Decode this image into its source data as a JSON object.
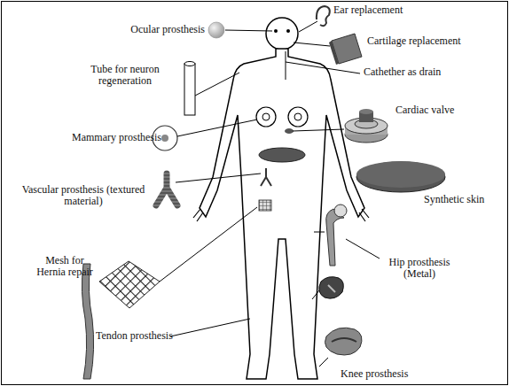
{
  "diagram": {
    "labels": [
      "Ocular prosthesis",
      "Ear replacement",
      "Cartilage replacement",
      "Tube for neuron regeneration",
      "Cathether as drain",
      "Cardiac valve",
      "Mammary prosthesis",
      "Vascular prosthesis (textured material)",
      "Synthetic skin",
      "Mesh for Hernia repair",
      "Hip prosthesis (Metal)",
      "Tendon prosthesis",
      "Knee prosthesis"
    ]
  }
}
